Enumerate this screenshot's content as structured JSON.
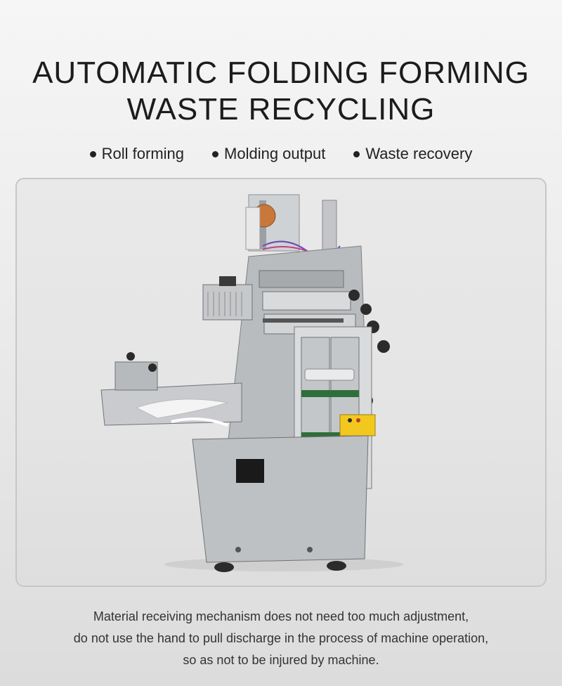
{
  "title": {
    "line1": "AUTOMATIC FOLDING FORMING",
    "line2": "WASTE RECYCLING"
  },
  "features": [
    {
      "label": "Roll forming"
    },
    {
      "label": "Molding output"
    },
    {
      "label": "Waste recovery"
    }
  ],
  "caption": {
    "line1": "Material receiving mechanism does not need too much adjustment,",
    "line2": "do not use the hand to pull discharge in the process of machine operation,",
    "line3": "so as not to be injured by machine."
  },
  "colors": {
    "machine_steel": "#b9bcbf",
    "control_box_yellow": "#f2c81e",
    "roller_band_green": "#2f6e3a"
  }
}
